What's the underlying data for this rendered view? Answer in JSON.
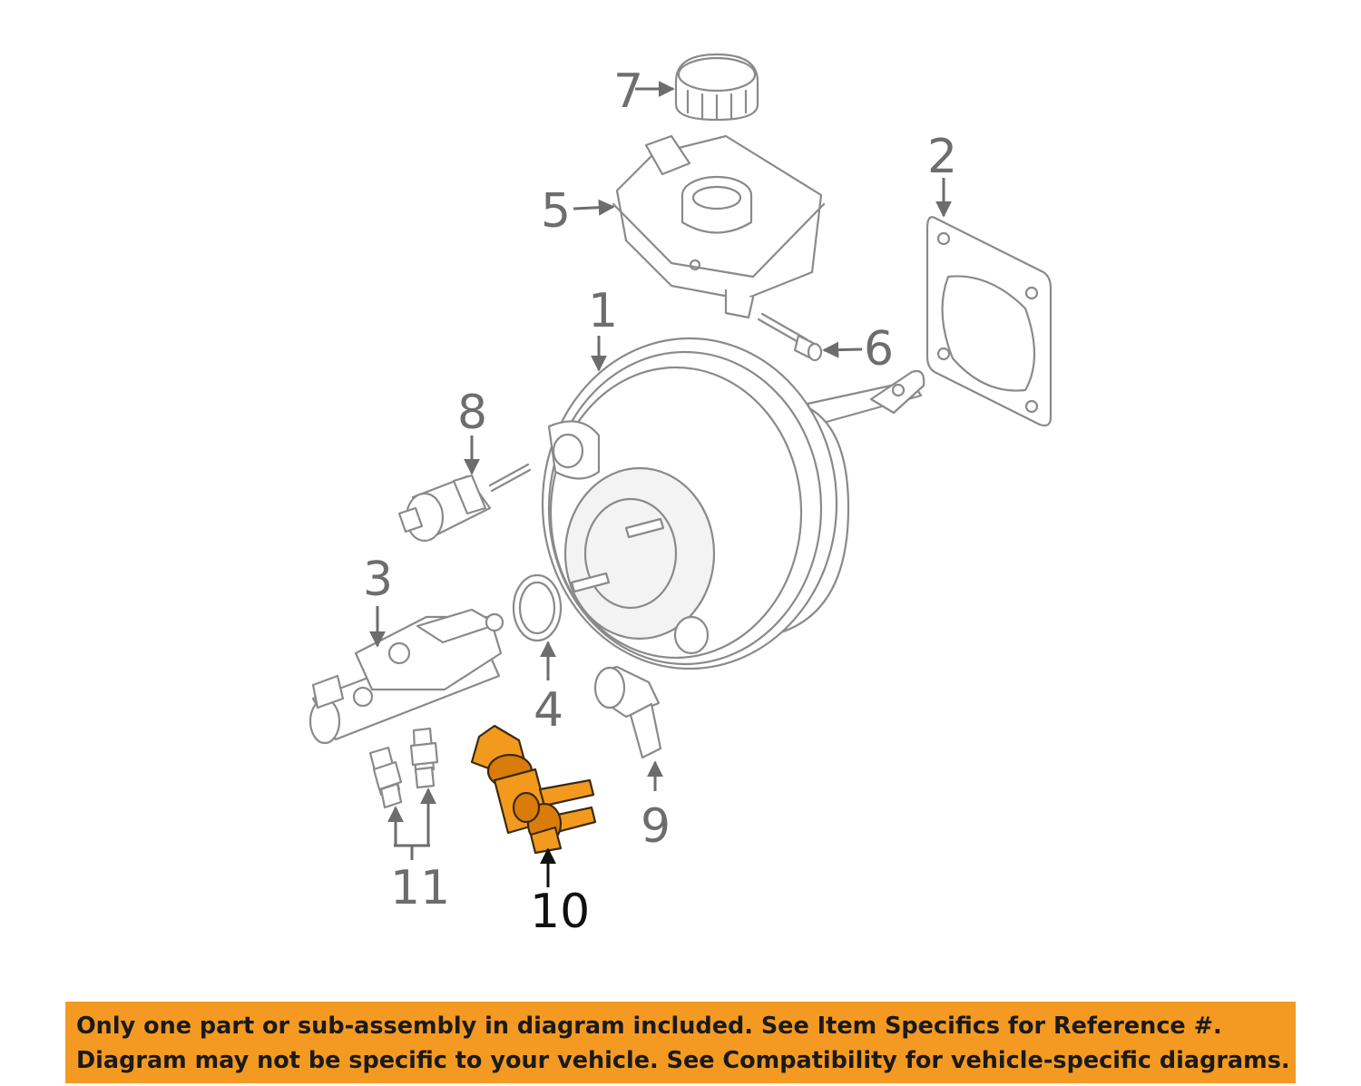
{
  "callouts": {
    "c1": "1",
    "c2": "2",
    "c3": "3",
    "c4": "4",
    "c5": "5",
    "c6": "6",
    "c7": "7",
    "c8": "8",
    "c9": "9",
    "c10": "10",
    "c11": "11"
  },
  "highlighted_part": "10",
  "colors": {
    "highlight": "#f39a1e",
    "banner": "#f49a22",
    "linework": "#8a8a8a"
  },
  "banner": {
    "line1": "Only one part or sub-assembly in diagram included. See Item Specifics for Reference #.",
    "line2": "Diagram may not be specific to your vehicle. See Compatibility for vehicle-specific diagrams."
  }
}
